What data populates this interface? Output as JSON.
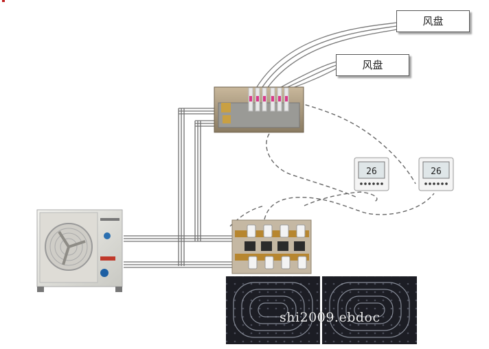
{
  "labels": {
    "fan_coil_1": "风盘",
    "fan_coil_2": "风盘"
  },
  "thermostats": {
    "left_display": "26",
    "right_display": "26"
  },
  "watermark": "shi2009.ebdoc",
  "colors": {
    "pipe": "#6d6d6d",
    "dashed_wire": "#666666",
    "floor_heating": "#1c1d24",
    "unit_body": "#e6e6e0"
  }
}
